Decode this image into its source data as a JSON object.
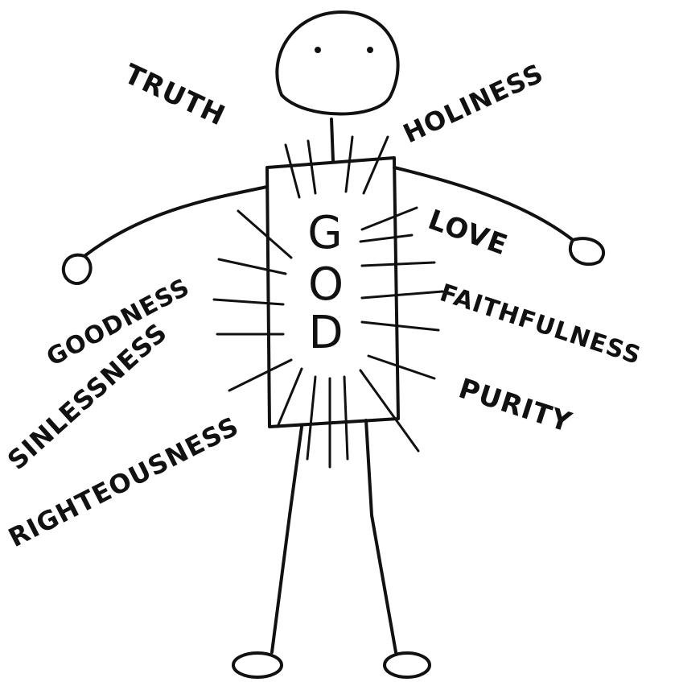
{
  "center_letters": [
    "G",
    "O",
    "D"
  ],
  "attributes": {
    "truth": "TRUTH",
    "holiness": "HOLINESS",
    "love": "LOVE",
    "faithfulness": "FAITHFULNESS",
    "purity": "PURITY",
    "goodness": "GOODNESS",
    "sinlessness": "SINLESSNESS",
    "righteousness": "RIGHTEOUSNESS"
  },
  "colors": {
    "ink": "#111111",
    "paper": "#ffffff"
  }
}
